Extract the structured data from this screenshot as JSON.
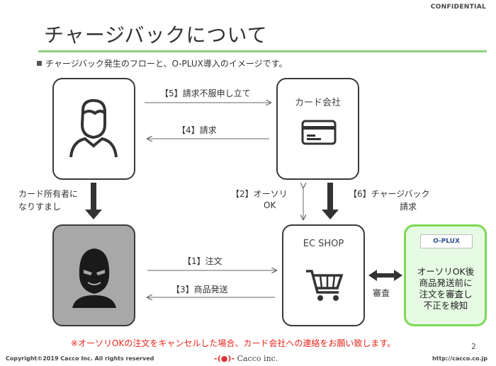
{
  "header": {
    "confidential": "CONFIDENTIAL",
    "title": "チャージバックについて"
  },
  "subtitle": "チャージバック発生のフローと、O-PLUX導入のイメージです。",
  "nodes": {
    "card_company": "カード会社",
    "ec_shop": "EC SHOP",
    "oplux_logo": "O-PLUX",
    "oplux_text": [
      "オーソリOK後",
      "商品発送前に",
      "注文を審査し",
      "不正を検知"
    ]
  },
  "labels": {
    "step5": "【5】請求不服申し立て",
    "step4": "【4】請求",
    "step2_line1": "【2】オーソリ",
    "step2_line2": "OK",
    "step6_line1": "【6】チャージバック",
    "step6_line2": "請求",
    "impersonate_line1": "カード所有者に",
    "impersonate_line2": "なりすまし",
    "step1": "【1】注文",
    "step3": "【3】商品発送",
    "review": "審査"
  },
  "notice": "※オーソリOKの注文をキャンセルした場合、カード会社への連絡をお願い致します。",
  "page_number": "2",
  "footer": {
    "copyright": "Copyright©2019 Cacco Inc. All rights reserved",
    "company": "Cacco inc.",
    "url": "http://cacco.co.jp"
  },
  "colors": {
    "accent_green": "#8fd17f",
    "alert_red": "#e8261c",
    "oplux_bg": "#e7fbe4"
  }
}
